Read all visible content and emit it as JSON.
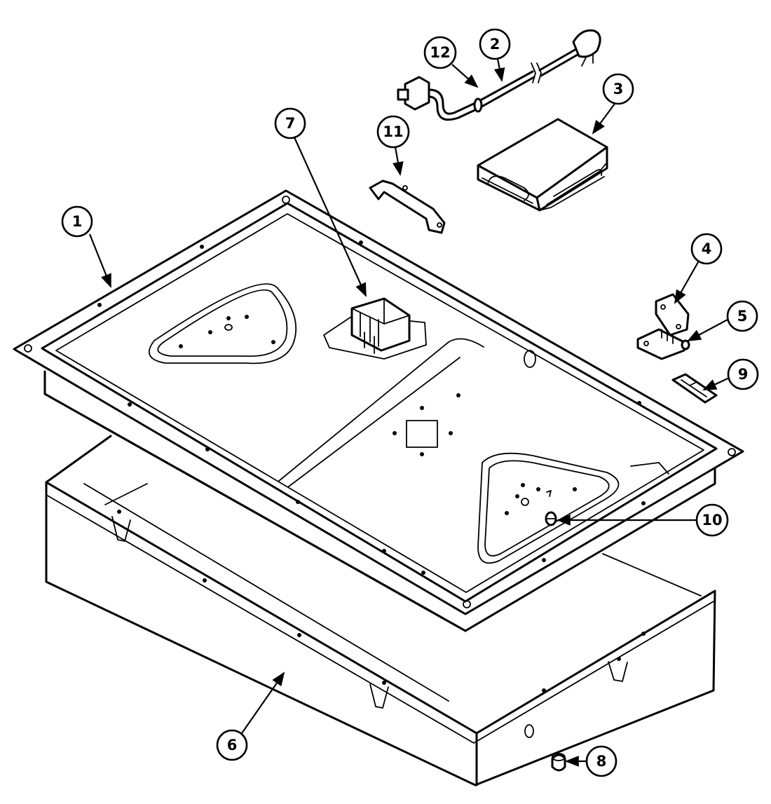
{
  "diagram": {
    "callouts": [
      {
        "id": "c1",
        "label": "1"
      },
      {
        "id": "c2",
        "label": "2"
      },
      {
        "id": "c3",
        "label": "3"
      },
      {
        "id": "c4",
        "label": "4"
      },
      {
        "id": "c5",
        "label": "5"
      },
      {
        "id": "c6",
        "label": "6"
      },
      {
        "id": "c7",
        "label": "7"
      },
      {
        "id": "c8",
        "label": "8"
      },
      {
        "id": "c9",
        "label": "9"
      },
      {
        "id": "c10",
        "label": "10"
      },
      {
        "id": "c11",
        "label": "11"
      },
      {
        "id": "c12",
        "label": "12"
      }
    ],
    "colors": {
      "ink": "#000000",
      "paper": "#ffffff"
    }
  }
}
